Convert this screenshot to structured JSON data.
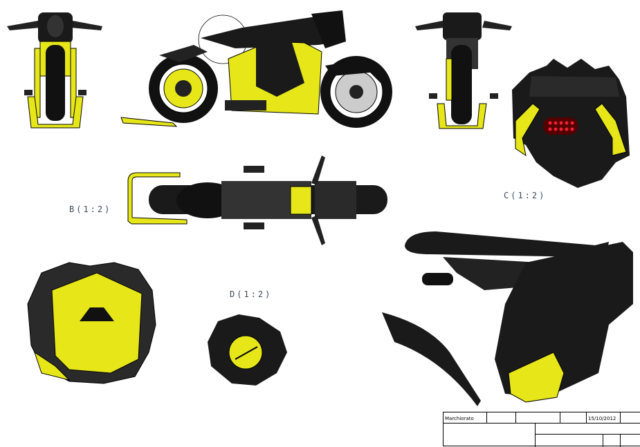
{
  "views": [
    {
      "id": "front",
      "label": ""
    },
    {
      "id": "side",
      "label": ""
    },
    {
      "id": "rear",
      "label": ""
    },
    {
      "id": "detail-c",
      "label": "C(1:2)"
    },
    {
      "id": "top-b",
      "label": "B(1:2)"
    },
    {
      "id": "tank-cap",
      "label": ""
    },
    {
      "id": "detail-d",
      "label": "D(1:2)"
    },
    {
      "id": "seat-fender",
      "label": ""
    }
  ],
  "colors": {
    "body": "#1a1a1a",
    "accent": "#e6e619",
    "outline": "#000000"
  },
  "title_block": {
    "author": "Marchiorato",
    "date": "15/10/2012"
  }
}
